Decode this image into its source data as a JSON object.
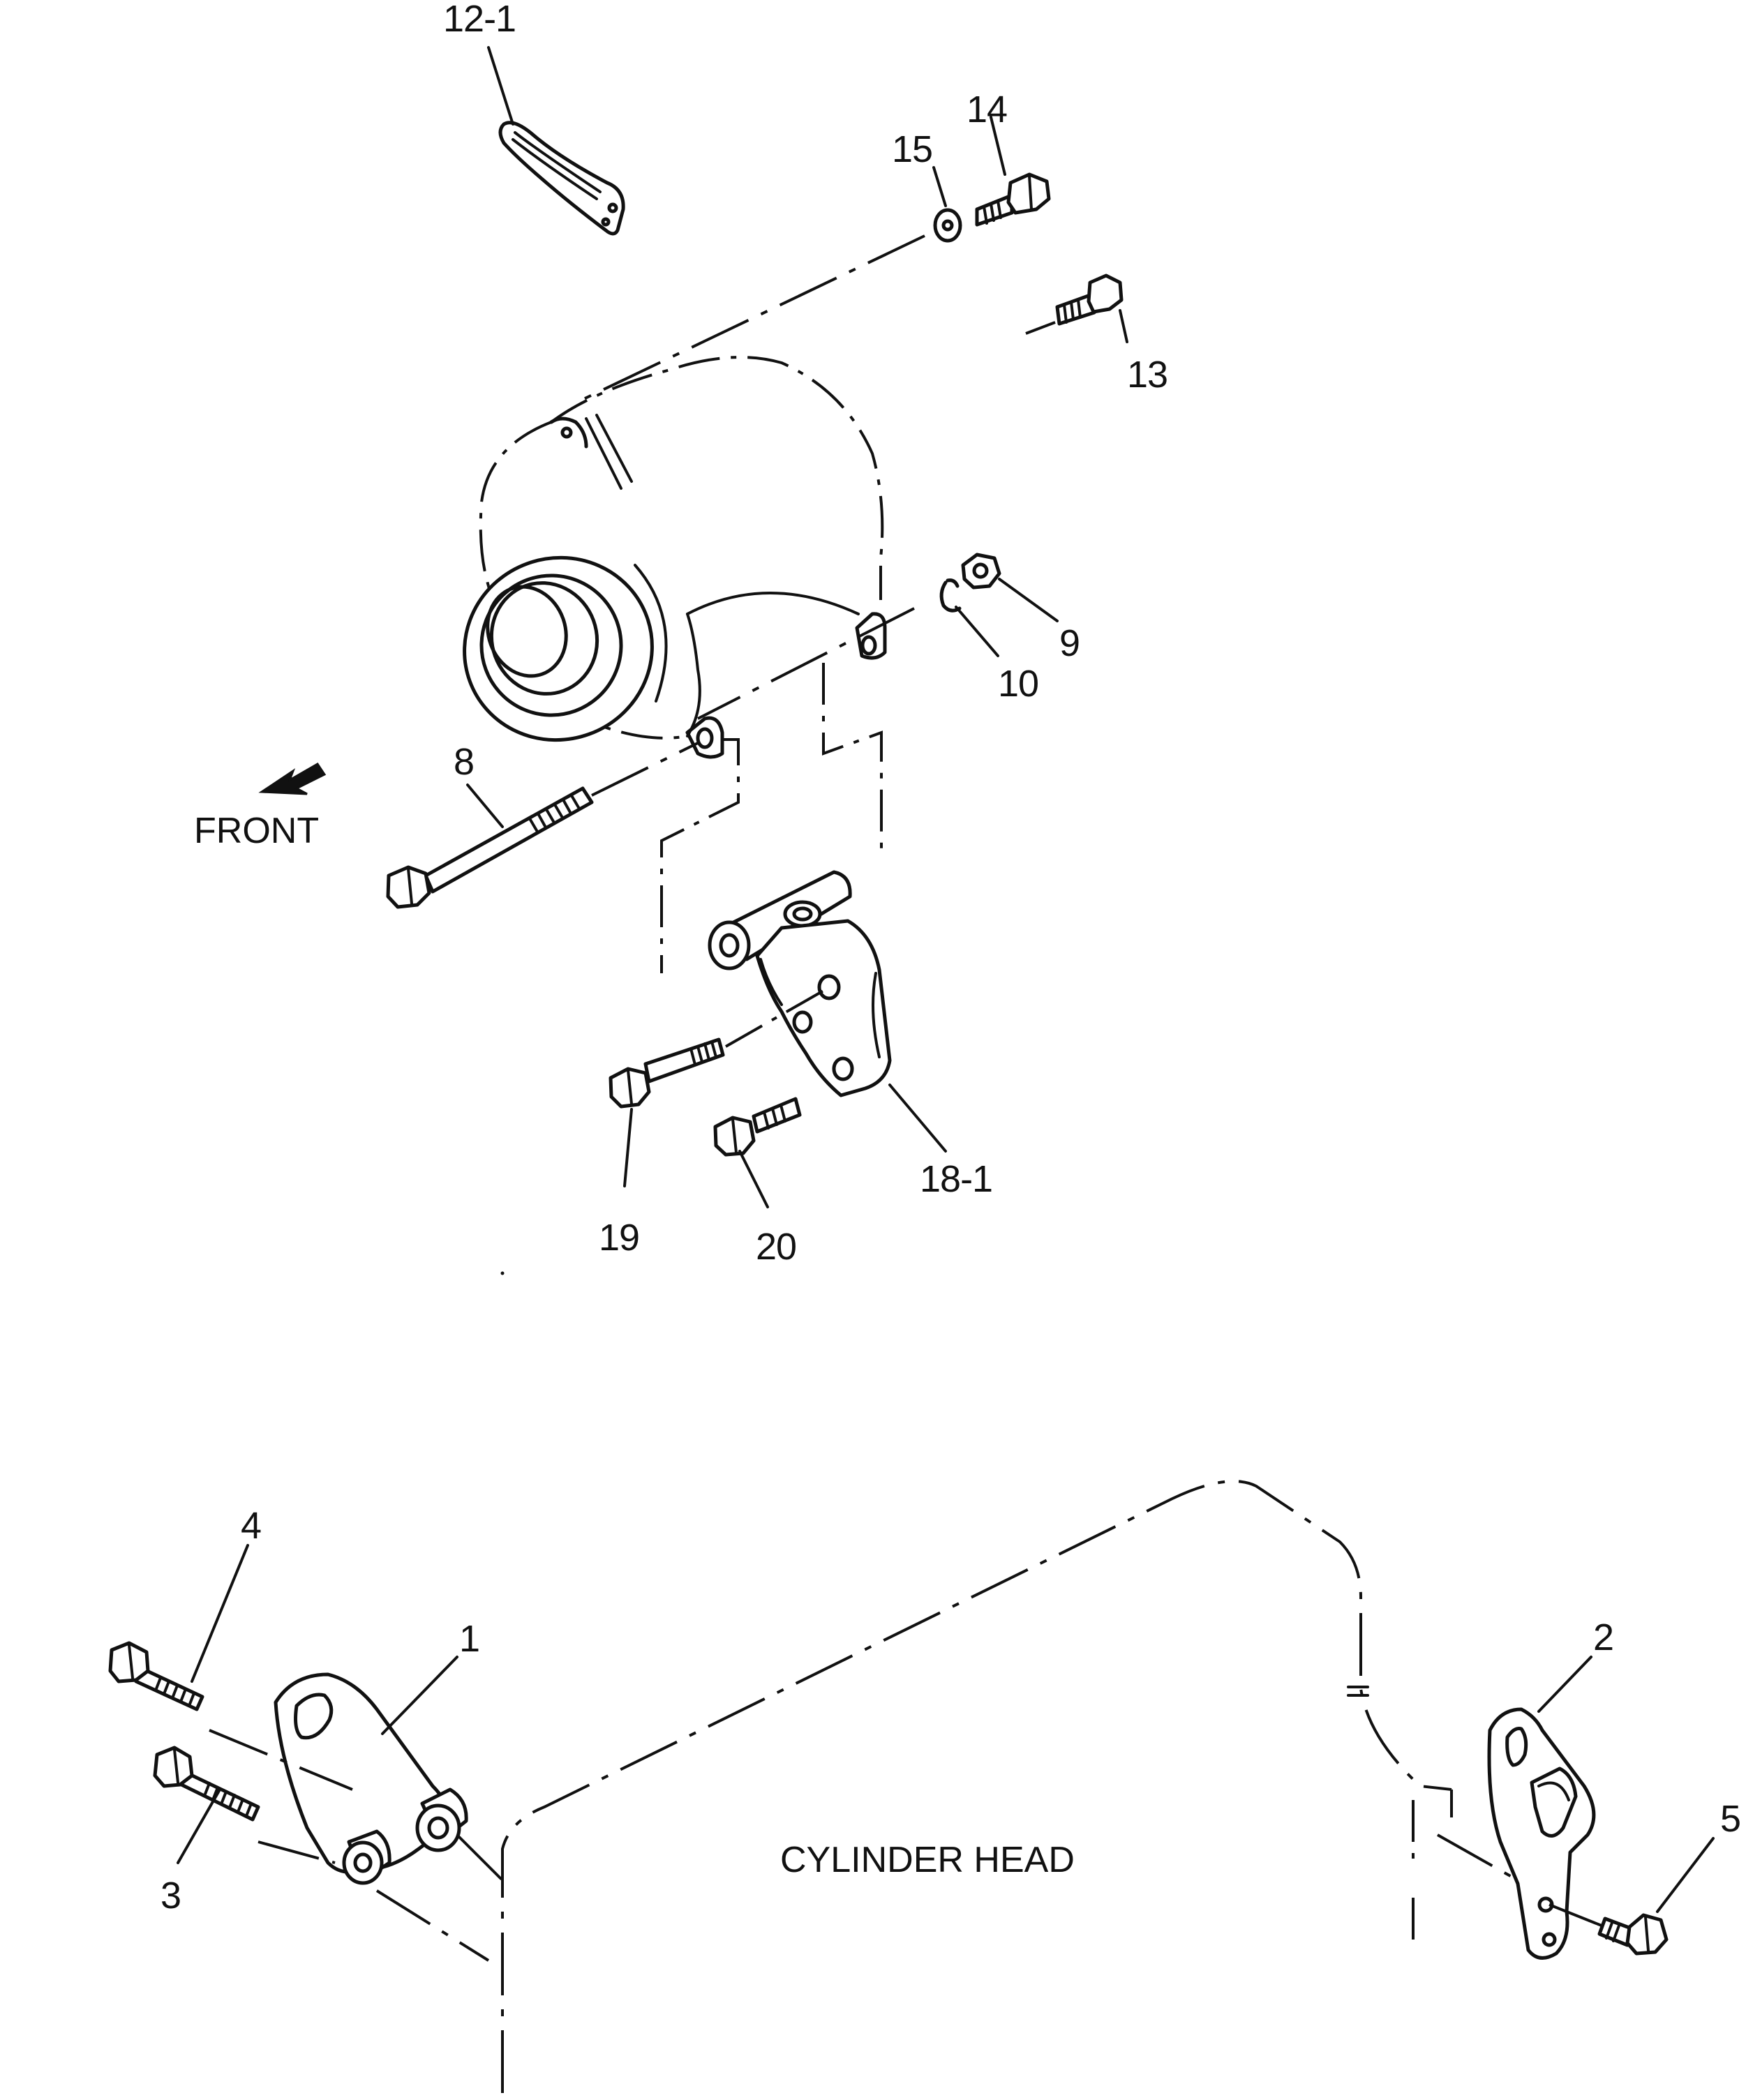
{
  "labels": {
    "p12_1": "12-1",
    "p14": "14",
    "p15": "15",
    "p13": "13",
    "p9": "9",
    "p10": "10",
    "p8": "8",
    "p18_1": "18-1",
    "p19": "19",
    "p20": "20",
    "p4": "4",
    "p1": "1",
    "p3": "3",
    "p2": "2",
    "p5": "5"
  },
  "text": {
    "front": "FRONT",
    "cylinder_head": "CYLINDER HEAD"
  },
  "icons": {
    "front_arrow": "arrow-down-left-icon"
  }
}
